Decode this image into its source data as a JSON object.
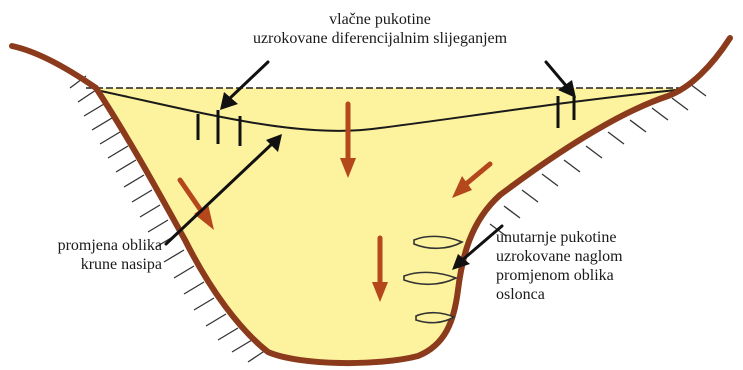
{
  "labels": {
    "top_line1": "vlačne pukotine",
    "top_line2": "uzrokovane diferencijalnim slijeganjem",
    "left_line1": "promjena oblika",
    "left_line2": "krune nasipa",
    "right_line1": "unutarnje pukotine",
    "right_line2": "uzrokovane naglom",
    "right_line3": "promjenom oblika",
    "right_line4": "oslonca"
  },
  "colors": {
    "fill": "#fdf29d",
    "ground": "#8b3a1c",
    "arrow_brown": "#b5471c",
    "ink": "#111111",
    "hatch": "#333333"
  }
}
